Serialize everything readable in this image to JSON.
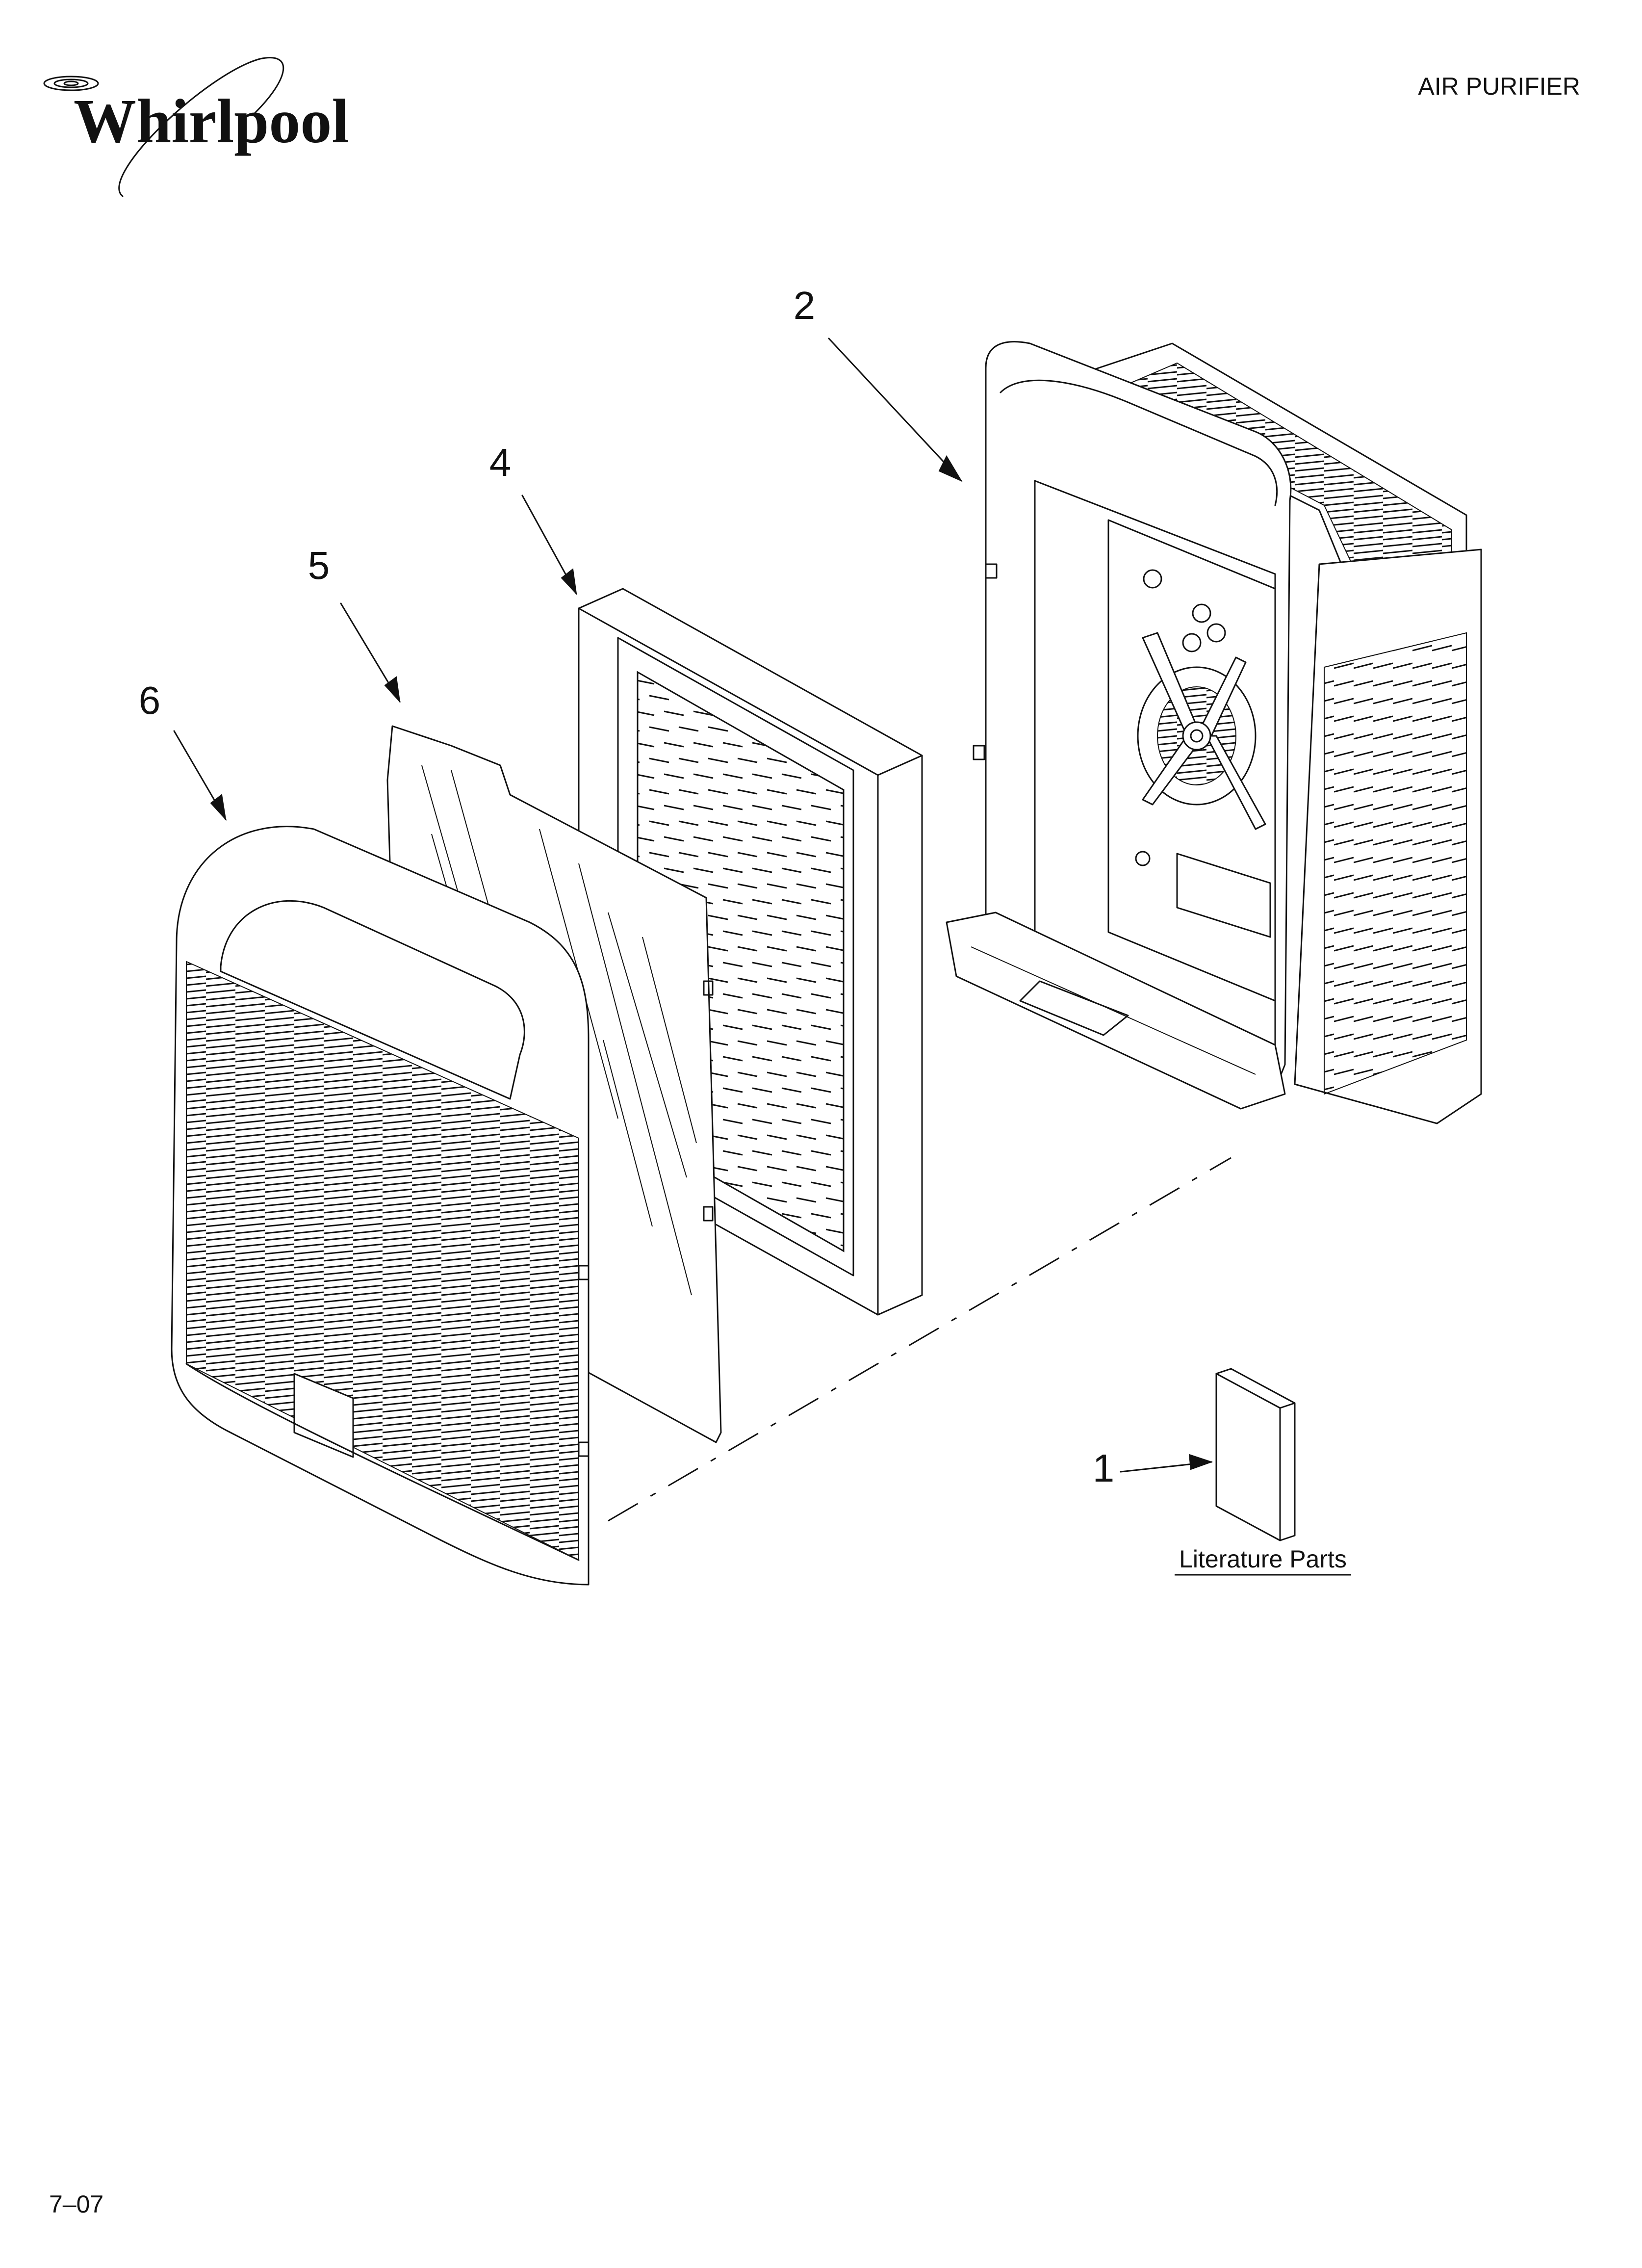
{
  "header": {
    "brand": "Whirlpool",
    "product": "AIR PURIFIER"
  },
  "callouts": [
    {
      "id": "1",
      "label": "1"
    },
    {
      "id": "2",
      "label": "2"
    },
    {
      "id": "4",
      "label": "4"
    },
    {
      "id": "5",
      "label": "5"
    },
    {
      "id": "6",
      "label": "6"
    }
  ],
  "literature_label": "Literature Parts",
  "footer": {
    "code": "7–07"
  },
  "colors": {
    "line": "#111111",
    "background": "#ffffff"
  }
}
